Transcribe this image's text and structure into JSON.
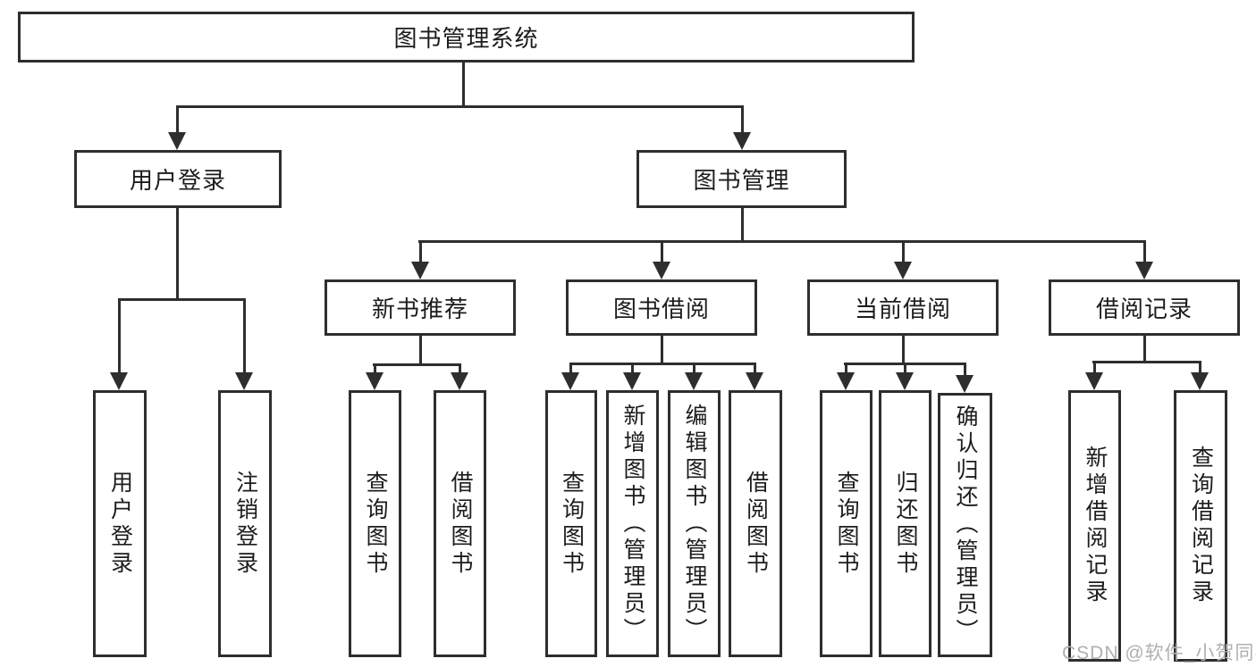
{
  "diagram": {
    "root": {
      "label": "图书管理系统"
    },
    "level2": [
      {
        "label": "用户登录"
      },
      {
        "label": "图书管理"
      }
    ],
    "level3": [
      {
        "label": "新书推荐"
      },
      {
        "label": "图书借阅"
      },
      {
        "label": "当前借阅"
      },
      {
        "label": "借阅记录"
      }
    ],
    "leaves": {
      "under_user_login": [
        {
          "label": "用户登录"
        },
        {
          "label": "注销登录"
        }
      ],
      "under_new_books": [
        {
          "label": "查询图书"
        },
        {
          "label": "借阅图书"
        }
      ],
      "under_book_borrow": [
        {
          "label": "查询图书"
        },
        {
          "label": "新增图书（管理员）"
        },
        {
          "label": "编辑图书（管理员）"
        },
        {
          "label": "借阅图书"
        }
      ],
      "under_current_borrow": [
        {
          "label": "查询图书"
        },
        {
          "label": "归还图书"
        },
        {
          "label": "确认归还（管理员）"
        }
      ],
      "under_borrow_records": [
        {
          "label": "新增借阅记录"
        },
        {
          "label": "查询借阅记录"
        }
      ]
    }
  },
  "watermark": {
    "text": "CSDN @软件_小贺同学"
  },
  "colors": {
    "line": "#2e2e2e",
    "text": "#1c1c1c",
    "watermark": "#b0b0b0",
    "background": "#ffffff"
  }
}
